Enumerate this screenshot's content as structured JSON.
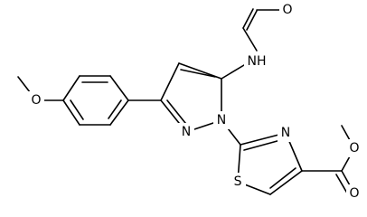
{
  "structure": {
    "atoms": [
      {
        "id": "o_formyl",
        "label": "O",
        "bg_w": 14
      },
      {
        "id": "nh_amide",
        "label": "NH",
        "bg_w": 24
      },
      {
        "id": "n_pyrazole_2",
        "label": "N",
        "bg_w": 14
      },
      {
        "id": "n_pyrazole_1",
        "label": "N",
        "bg_w": 14
      },
      {
        "id": "o_methoxy",
        "label": "O",
        "bg_w": 14
      },
      {
        "id": "n_thiazole",
        "label": "N",
        "bg_w": 14
      },
      {
        "id": "s_thiazole",
        "label": "S",
        "bg_w": 14
      },
      {
        "id": "o_ester_carbonyl",
        "label": "O",
        "bg_w": 14
      },
      {
        "id": "o_ester_ether",
        "label": "O",
        "bg_w": 14
      }
    ]
  }
}
